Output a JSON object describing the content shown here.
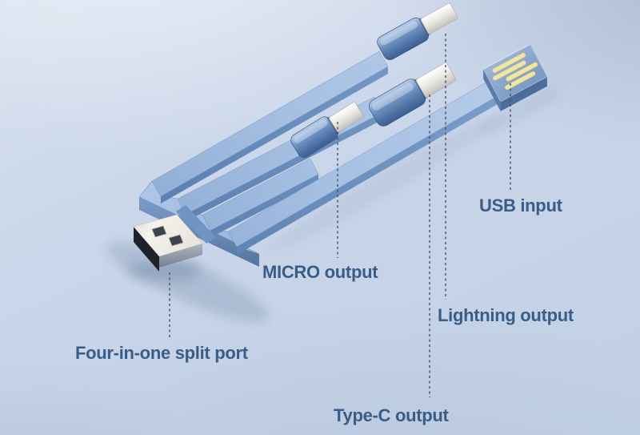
{
  "callouts": {
    "split_port": {
      "label": "Four-in-one split port"
    },
    "micro": {
      "label": "MICRO output"
    },
    "lightning": {
      "label": "Lightning output"
    },
    "type_c": {
      "label": "Type-C output"
    },
    "usb_input": {
      "label": "USB input"
    }
  },
  "colors": {
    "background": "#c8d4e8",
    "label_text": "#3a5d87",
    "leader_line": "#45566b",
    "cable_top": "#a6c0e2",
    "cable_side": "#6d92c2",
    "connector_body": "#44699c",
    "metal_tip": "#e9e8e3",
    "usb_shell": "#f2f0ea",
    "shell_opening": "#1e232b",
    "gold_contact": "#f0e5a3",
    "board_blue": "#87a3c9"
  }
}
